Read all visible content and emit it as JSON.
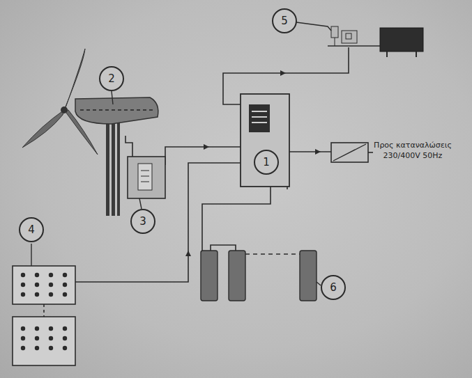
{
  "diagram": {
    "nodes": [
      {
        "text": [
          "5"
        ]
      },
      {
        "text": [
          "2"
        ]
      },
      {
        "text": [
          "1"
        ]
      },
      {
        "text": [
          "3"
        ]
      },
      {
        "text": [
          "4"
        ]
      },
      {
        "text": [
          "6"
        ]
      }
    ],
    "labels": [
      "Προς καταναλώσεις 230/400V 50Hz"
    ]
  }
}
